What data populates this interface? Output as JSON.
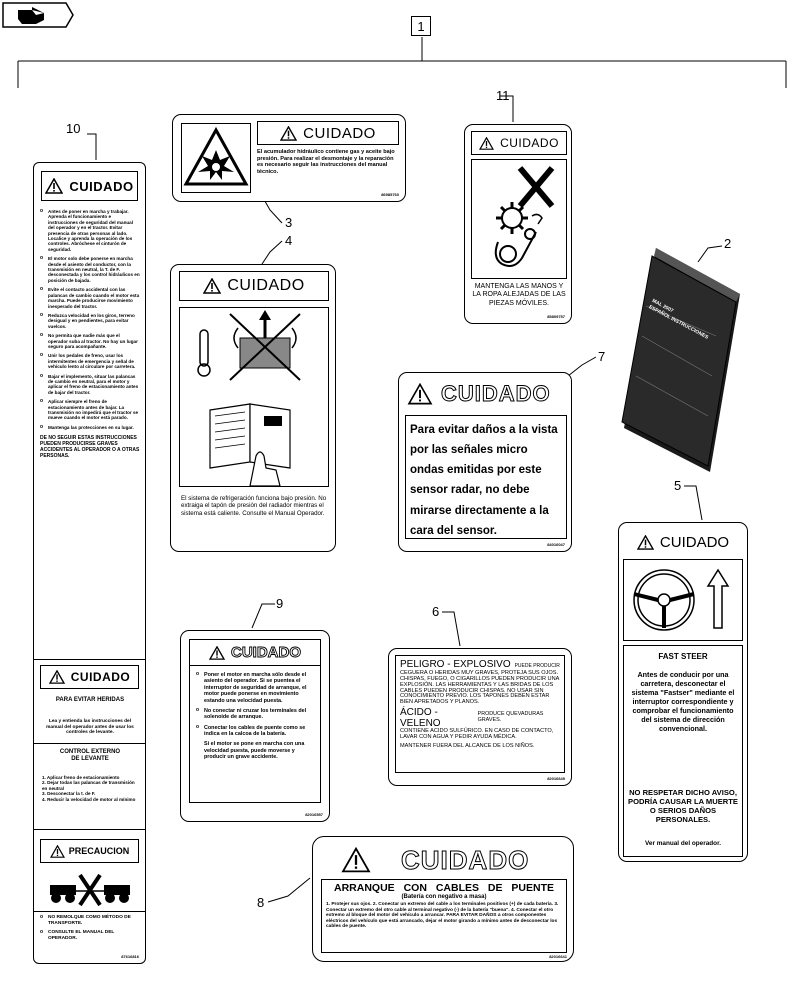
{
  "callouts": [
    "1",
    "2",
    "3",
    "4",
    "5",
    "6",
    "7",
    "8",
    "9",
    "10",
    "11"
  ],
  "decal3": {
    "title": "CUIDADO",
    "text": "El acumulador hidráulico contiene gas y aceite bajo presión. Para realizar el desmontaje y la reparación es necesario seguir las instrucciones del manual técnico.",
    "code": "86985760"
  },
  "decal4": {
    "title": "CUIDADO",
    "text": "El sistema de refrigeración funciona bajo presión. No extraiga el tapón de presión del radiador mientras el sistema está caliente. Consulte el Manual Operador."
  },
  "decal11": {
    "title": "CUIDADO",
    "text": "MANTENGA LAS MANOS Y LA ROPA ALEJADAS DE LAS PIEZAS MÓVILES.",
    "code": "85809757"
  },
  "decal7": {
    "title": "CUIDADO",
    "text": "Para evitar daños a la vista por las señales micro ondas emitidas por este sensor radar, no debe mirarse directamente a la cara del sensor.",
    "code": "84016047"
  },
  "decal5": {
    "title": "CUIDADO",
    "heading": "FAST STEER",
    "text": "Antes de conducir por una carretera, desconectar el sistema \"Fastser\" mediante el interruptor correspondiente y comprobar el funcionamiento del sistema de dirección convencional.",
    "warning": "NO RESPETAR DICHO AVISO, PODRÍA CAUSAR LA MUERTE O SERIOS DAÑOS PERSONALES.",
    "footer": "Ver manual del operador."
  },
  "decal6": {
    "title": "PELIGRO - EXPLOSIVO",
    "title_tail": "PUEDE PRODUCIR",
    "line1": "CEGUERA O HERIDAS MUY GRAVES, PROTEJA SUS OJOS. CHISPAS, FUEGO, O CIGARILLOS PUEDEN PRODUCIR UNA EXPLOSIÓN. LAS HERRAMIENTAS Y LAS BRIDAS DE LOS CABLES PUEDEN PRODUCIR CHISPAS. NO USAR SIN CONOCIMIENTO PREVIO. LOS TAPONES DEBEN ESTAR BIEN APRETADOS Y PLANOS.",
    "title2": "ÁCIDO - VELENO",
    "title2_tail": "PRODUCE QUEVADURAS GRAVES.",
    "line2": "CONTIENE ACIDO SULFÚRICO. EN CASO DE CONTACTO, LAVAR CON AGUA Y PEDIR AYUDA MÉDICA.",
    "line3": "MANTENER FUERA DEL ALCANCE DE LOS NIÑOS.",
    "code": "82016649"
  },
  "decal9": {
    "title": "CUIDADO",
    "items": [
      "Poner el motor en marcha sólo desde el asiento del operador. Si se puentea el interruptor de seguridad de arranque, el motor puede ponerse en movimiento estando una velocidad puesta.",
      "No conectar ni cruzar los terminales del solenoide de arranque.",
      "Conectar los cables de puente como se indica en la calcoa de la batería.",
      "Si el motor se pone en marcha con una velocidad puesta, puede moverse y producir un grave accidente."
    ],
    "code": "82016557"
  },
  "decal8": {
    "title": "CUIDADO",
    "heading": "ARRANQUE CON CABLES DE PUENTE",
    "subheading": "(Batería con negativo a masa)",
    "text": "1. Protejer sus ojos. 2. Conectar un extremo del cable a los terminales positivos (+) de cada batería. 3. Conectar un extremo del otro cable al terminal negativo (-) de la batería \"buena\". 4. Conectar el otro extremo al bloque del motor del vehículo a arrancar. PARA EVITAR DAÑOS a otros componentes eléctricos del vehículo que está arrancado, dejar el motor girando a mínimo antes de desconectar los cables de puente.",
    "code": "82016641"
  },
  "decal10": {
    "title": "CUIDADO",
    "items": [
      "Antes de poner en marcha y trabajar. Aprenda el funcionamiento e instrucciones de seguridad del manual del operador y en el tractor. Evitar presencia de otras personas al lado. Localice y aprenda la operación de los controles. Abróchese el cinturón de seguridad.",
      "El motor solo debe ponerse en marcha desde el asiento del conductor, con la transmisión en neutral, la T. de F. desconectada y los control hidráulicos en posición de bajada.",
      "Evite el contacto accidental con las palancas de cambio cuando el motor esta marcha. Puede producirse movimiento inesperado del tractor.",
      "Reduzca velocidad en los giros, terreno desigual y en pendientes, para evitar vuelcos.",
      "No permita que nadie más que el operador suba al tractor. No hay un lugar seguro para acompañante.",
      "Unir los pedales de freno, usar los intermitentes de emergencia y señal de vehículo lento al circulare por carretera.",
      "Bajar el implemento, situar las palancas de cambio en neutral, para el motor y aplicar el freno de estacionamiento antes de bajar del tractor.",
      "Aplicar siempre el freno de estacionamiento antes de bajar. La transmisión no impedirá que el tractor se mueve cuando el motor está parado.",
      "Mantenga las protecciones en su lugar."
    ],
    "warning": "DE NO SEGUIR ESTAS INSTRUCCIONES PUEDEN PRODUCIRSE GRAVES ACCIDENTES AL OPERADOR O A OTRAS PERSONAS.",
    "title2": "CUIDADO",
    "heading2": "PARA EVITAR HERIDAS",
    "text2": "Lea y entienda las instrucciones del manual del operador antes de usar los controles de levante.",
    "heading3": "CONTROL EXTERNO DE LEVANTE",
    "steps": [
      "1. Aplicar freno de estacionamiento",
      "2. Dejar todas las palancas de transmisión en neutral",
      "3. Desconectar la t. de F.",
      "4. Reducir la velocidad de motor al mínimo"
    ],
    "title3": "PRECAUCION",
    "notes": [
      "NO REMOLQUE COMO MÉTODO DE TRANSPORTE.",
      "CONSULTE EL MANUAL DEL OPERADOR."
    ],
    "code": "87616816"
  },
  "manual": {
    "line1": "MAL 2007",
    "line2": "ESPAÑOL INSTRUCCIONES"
  }
}
